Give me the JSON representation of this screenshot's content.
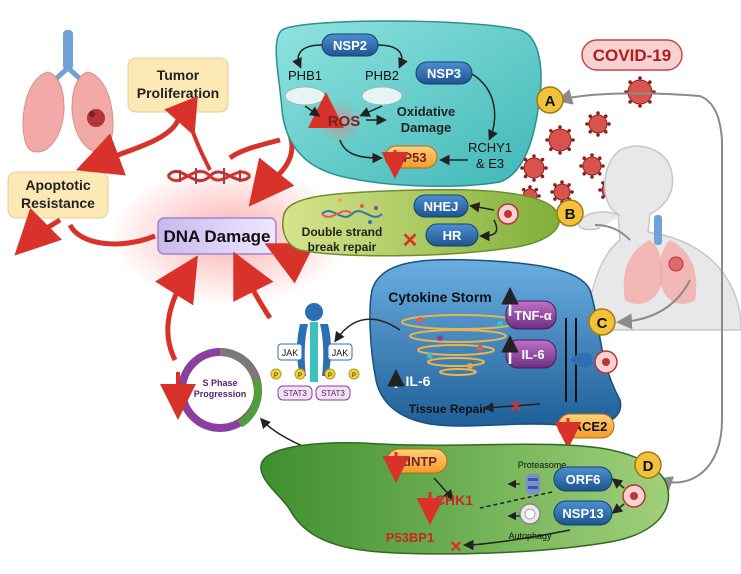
{
  "title": "COVID-19",
  "markers": [
    "A",
    "B",
    "C",
    "D"
  ],
  "outcomes": {
    "tumor": [
      "Tumor",
      "Proliferation"
    ],
    "apoptotic": [
      "Apoptotic",
      "Resistance"
    ],
    "dna_damage": "DNA Damage"
  },
  "panel_a": {
    "nsp2": "NSP2",
    "nsp3": "NSP3",
    "phb1": "PHB1",
    "phb2": "PHB2",
    "ros": "ROS",
    "oxidative": [
      "Oxidative",
      "Damage"
    ],
    "rchy": [
      "RCHY1",
      "& E3"
    ],
    "p53": "P53"
  },
  "panel_b": {
    "nhej": "NHEJ",
    "hr": "HR",
    "dsb": [
      "Double strand",
      "break repair"
    ]
  },
  "panel_c": {
    "cytokine_storm": "Cytokine Storm",
    "tnf": "TNF-α",
    "il6_box": "IL-6",
    "il6_free": "IL-6",
    "tissue_repair": "Tissue Repair",
    "ace2": "ACE2",
    "jak_left": "JAK",
    "jak_right": "JAK",
    "stat3_left": "STAT3",
    "stat3_right": "STAT3",
    "p": "P"
  },
  "s_phase": [
    "S Phase",
    "Progression"
  ],
  "panel_d": {
    "dntp": "dNTP",
    "chk1": "CHK1",
    "p53bp1": "P53BP1",
    "orf6": "ORF6",
    "nsp13": "NSP13",
    "proteasome": "Proteasome",
    "autophagy": "Autophagy"
  },
  "colors": {
    "panel_a": "#6fd3cf",
    "panel_b": "#9cc24a",
    "panel_c": "#2f6fa8",
    "panel_d": "#4f9e3a",
    "accent_red": "#d8322a",
    "protein_blue": "#2c6fb3",
    "cytokine_purple": "#8b3f9e",
    "p53_orange": "#f2a53a",
    "outcome_box": "#fde9b6"
  }
}
